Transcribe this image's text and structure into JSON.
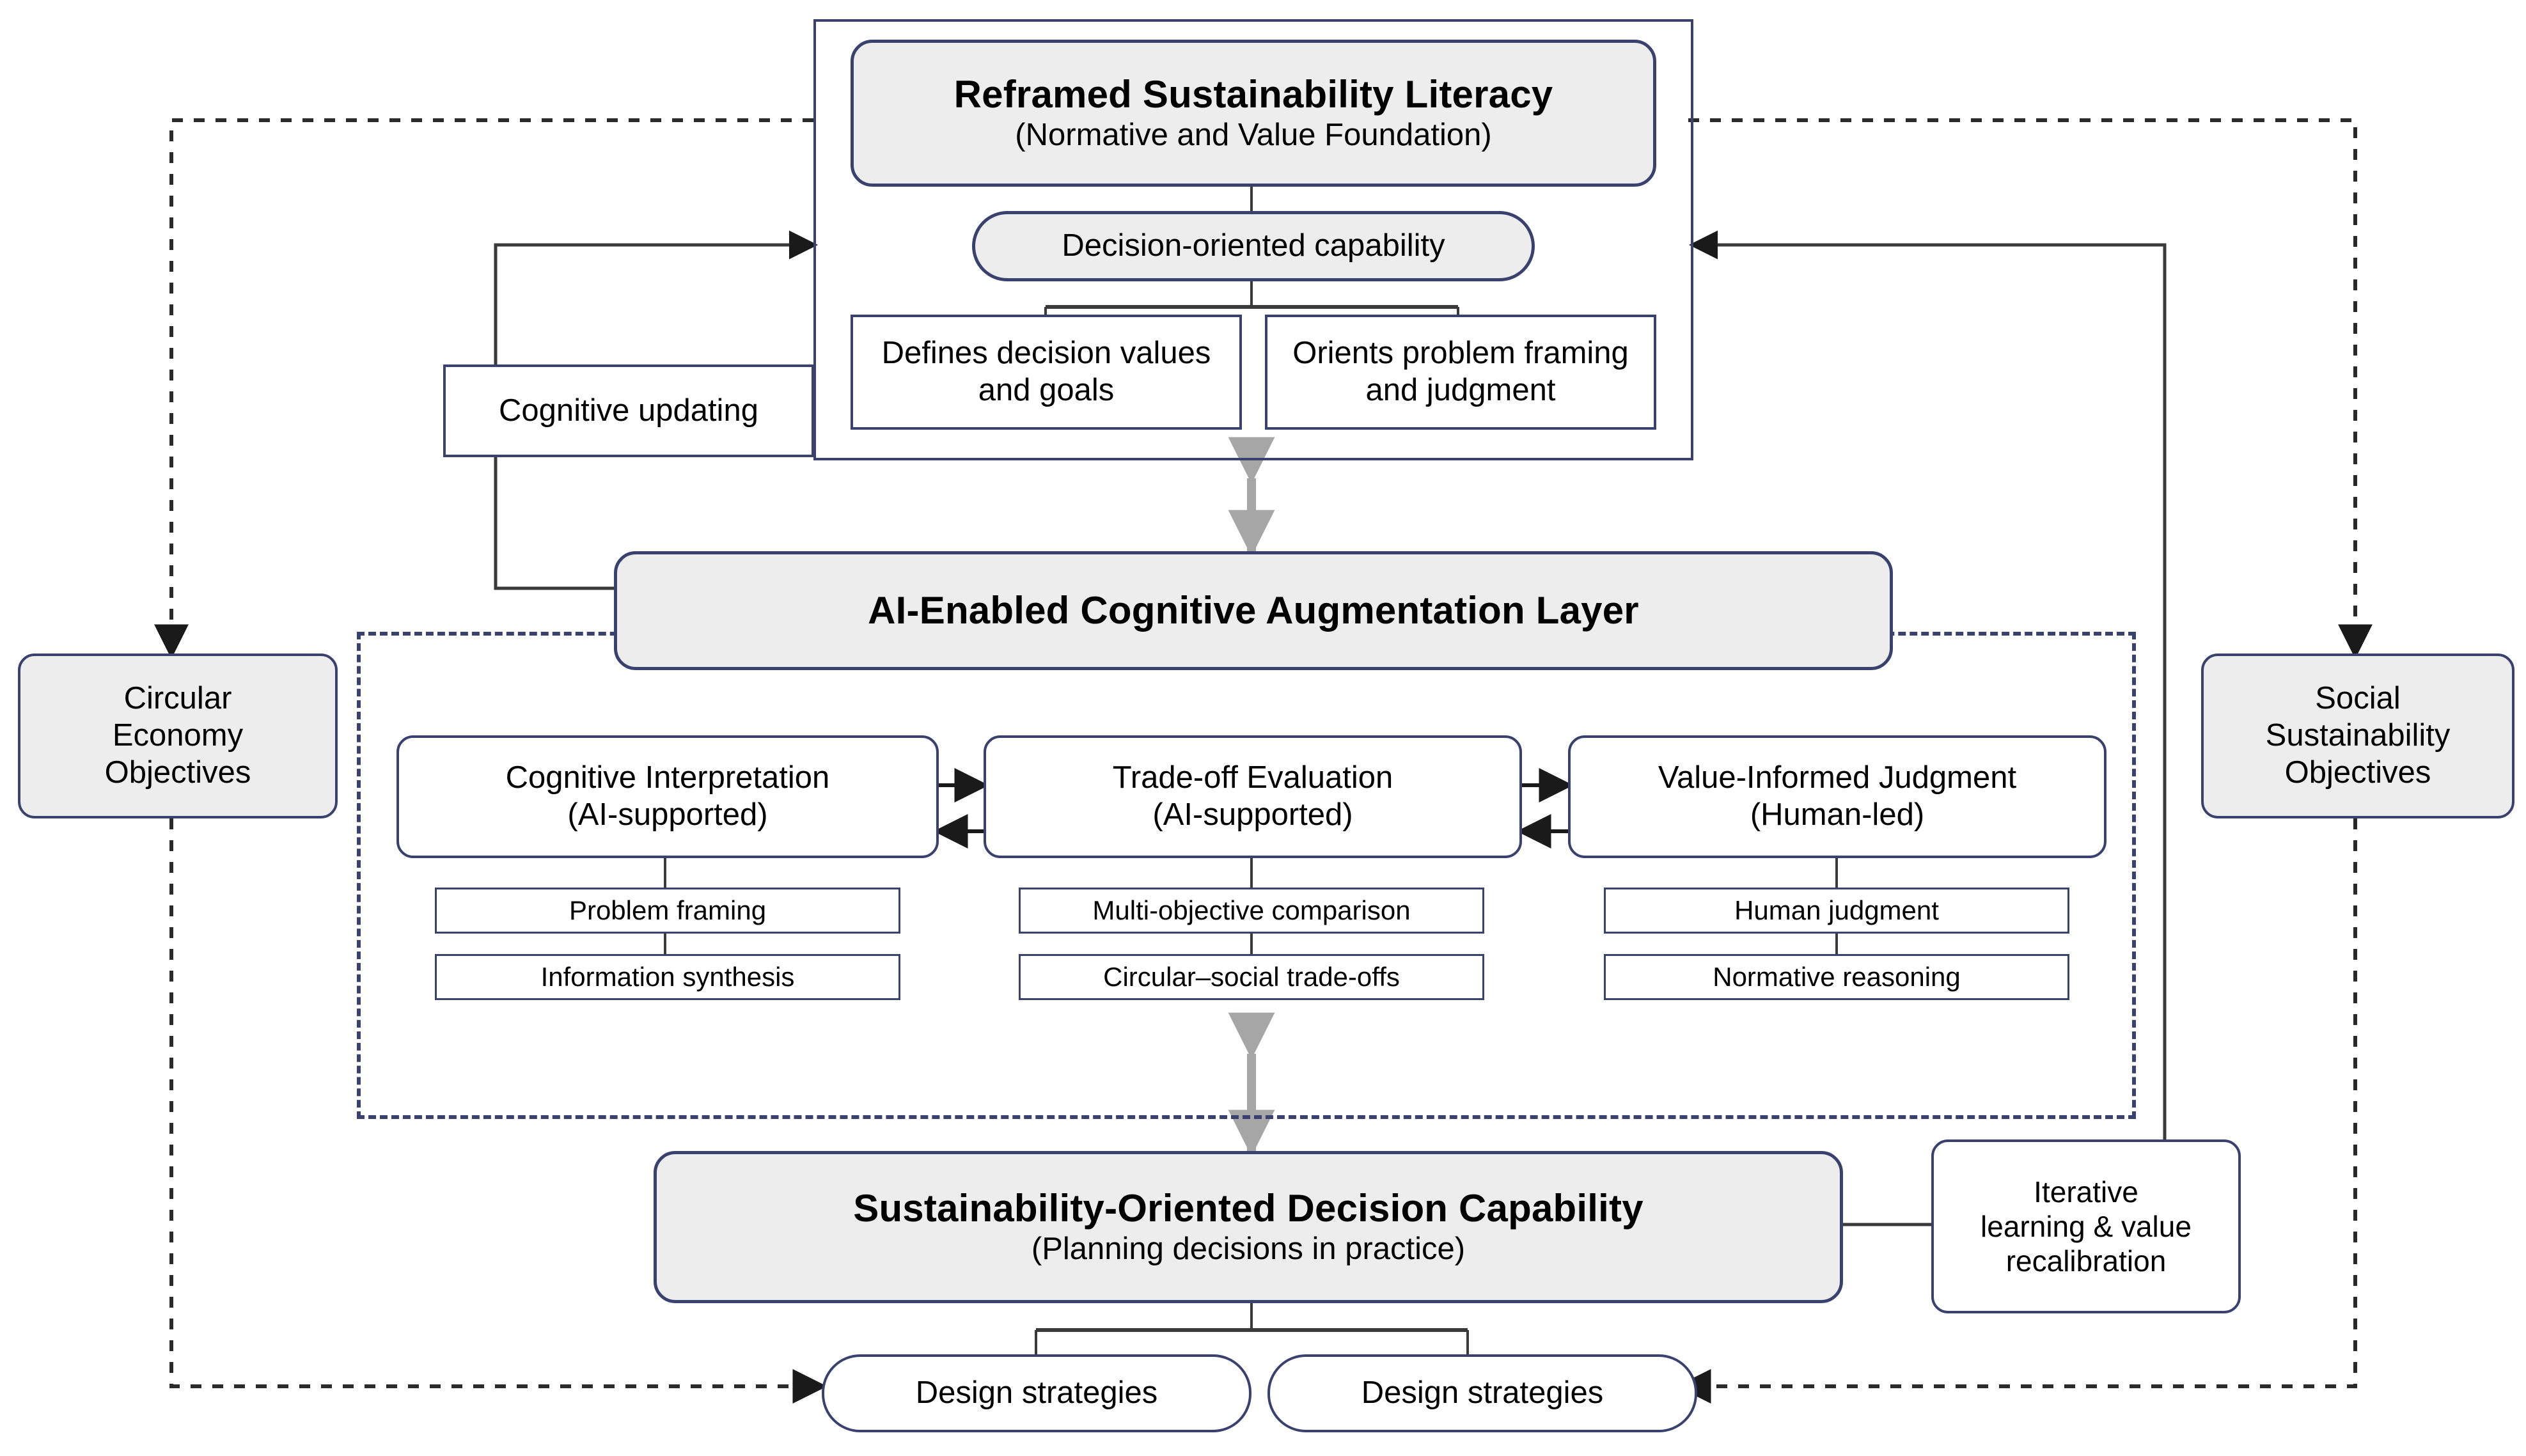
{
  "diagram": {
    "title": "Reframed Sustainability Literacy framework",
    "accent_border": "#39416f",
    "node_fill_gray": "#ededed",
    "arrow_gray": "#a6a6a6"
  },
  "top_panel": {
    "header": {
      "title": "Reframed Sustainability Literacy",
      "subtitle": "(Normative and Value Foundation)"
    },
    "capability_pill": "Decision-oriented capability",
    "children": [
      {
        "line1": "Defines decision values",
        "line2": "and goals"
      },
      {
        "line1": "Orients problem framing",
        "line2": "and judgment"
      }
    ]
  },
  "cognitive_updating": {
    "label": "Cognitive updating"
  },
  "left_objectives": {
    "line1": "Circular",
    "line2": "Economy",
    "line3": "Objectives"
  },
  "right_objectives": {
    "line1": "Social",
    "line2": "Sustainability",
    "line3": "Objectives"
  },
  "ai_layer": {
    "title": "AI-Enabled Cognitive Augmentation Layer"
  },
  "pillars": [
    {
      "title": "Cognitive Interpretation",
      "subtitle": "(AI-supported)",
      "items": [
        "Problem framing",
        "Information synthesis"
      ]
    },
    {
      "title": "Trade-off Evaluation",
      "subtitle": "(AI-supported)",
      "items": [
        "Multi-objective comparison",
        "Circular–social trade-offs"
      ]
    },
    {
      "title": "Value-Informed Judgment",
      "subtitle": "(Human-led)",
      "items": [
        "Human judgment",
        "Normative reasoning"
      ]
    }
  ],
  "decision_capability": {
    "title": "Sustainability-Oriented Decision Capability",
    "subtitle": "(Planning decisions in practice)"
  },
  "iterative_box": {
    "line1": "Iterative",
    "line2": "learning & value",
    "line3": "recalibration"
  },
  "design_strategies": [
    {
      "label": "Design strategies"
    },
    {
      "label": "Design strategies"
    }
  ]
}
